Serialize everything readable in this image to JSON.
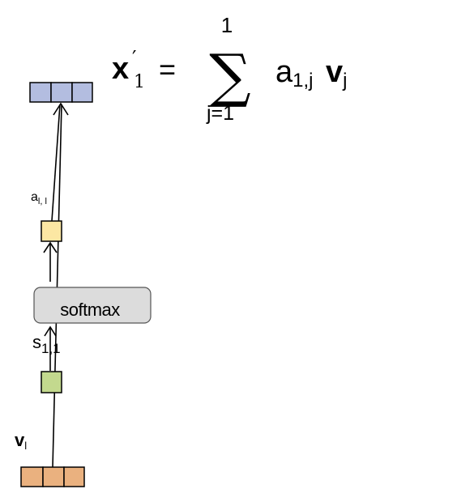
{
  "equation": {
    "lhs_symbol": "x",
    "lhs_prime": "′",
    "lhs_subscript": "1",
    "equals": "=",
    "sum_upper": "1",
    "sum_symbol": "∑",
    "sum_lower": "j=1",
    "term_a": "a",
    "term_a_subscript": "1,j",
    "term_v": "v",
    "term_v_subscript": "j"
  },
  "diagram": {
    "value_label": "v",
    "value_label_subscript": "l",
    "score_label": "s",
    "score_label_subscript": "1,1",
    "softmax_label": "softmax",
    "attention_label": "a",
    "attention_label_subscript": "l, l"
  },
  "colors": {
    "output_vector": "#b3bde0",
    "value_vector": "#eab17f",
    "score_box": "#c3d98e",
    "attention_box": "#fce7a3",
    "softmax_box": "#dcdcdc",
    "stroke": "#000000"
  }
}
